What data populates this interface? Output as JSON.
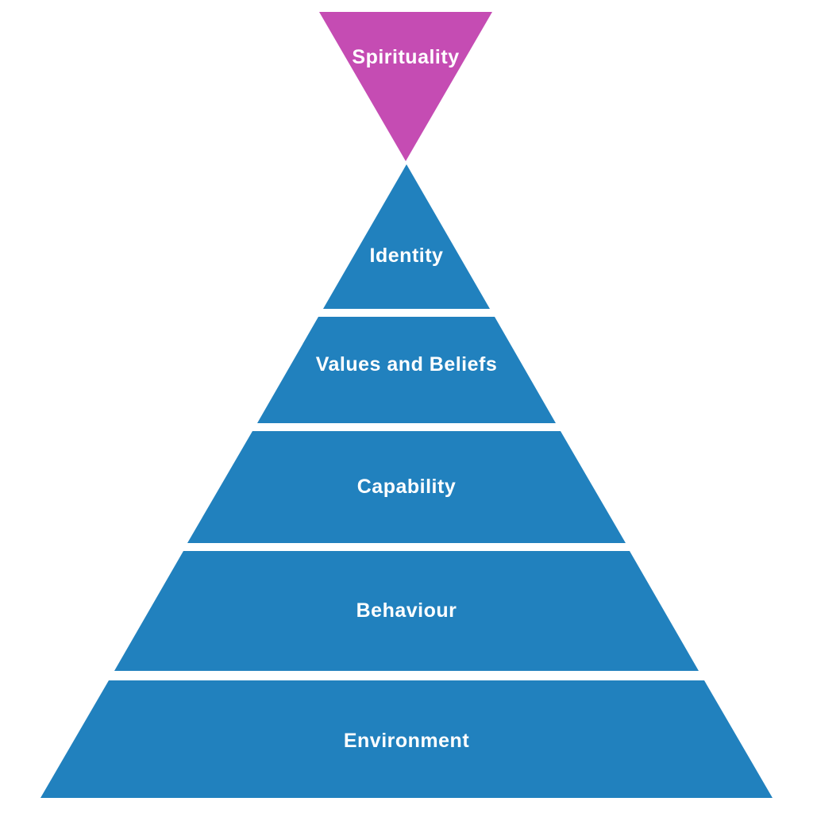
{
  "background_color": "#ffffff",
  "text_color": "#ffffff",
  "diagram": {
    "type": "pyramid",
    "levels": [
      {
        "label": "Spirituality",
        "color": "#c54cb3",
        "shape": "inverted-triangle"
      },
      {
        "label": "Identity",
        "color": "#2181be",
        "shape": "triangle"
      },
      {
        "label": "Values and Beliefs",
        "color": "#2181be",
        "shape": "trapezoid"
      },
      {
        "label": "Capability",
        "color": "#2181be",
        "shape": "trapezoid"
      },
      {
        "label": "Behaviour",
        "color": "#2181be",
        "shape": "trapezoid"
      },
      {
        "label": "Environment",
        "color": "#2181be",
        "shape": "trapezoid"
      }
    ]
  }
}
